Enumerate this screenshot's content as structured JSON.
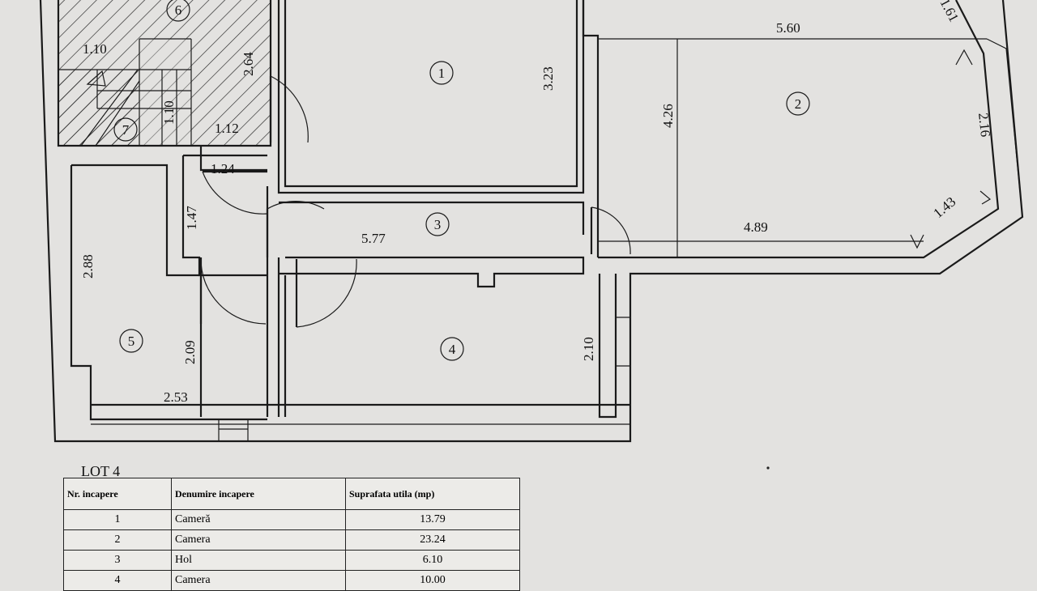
{
  "rooms": [
    {
      "num": "1"
    },
    {
      "num": "2"
    },
    {
      "num": "3"
    },
    {
      "num": "4"
    },
    {
      "num": "5"
    },
    {
      "num": "6"
    },
    {
      "num": "7"
    }
  ],
  "dimensions": {
    "d_110": "1.10",
    "d_264": "2.64",
    "d_112": "1.12",
    "d_10": "1.10",
    "d_323": "3.23",
    "d_560": "5.60",
    "d_426": "4.26",
    "d_216": "2.16",
    "d_161": "1.61",
    "d_143": "1.43",
    "d_489": "4.89",
    "d_124": "1.24",
    "d_147": "1.47",
    "d_577": "5.77",
    "d_288": "2.88",
    "d_209": "2.09",
    "d_253": "2.53",
    "d_210": "2.10"
  },
  "lot": {
    "title": "LOT 4",
    "headers": [
      "Nr. incapere",
      "Denumire incapere",
      "Suprafata utila (mp)"
    ],
    "rows": [
      [
        "1",
        "Cameră",
        "13.79"
      ],
      [
        "2",
        "Camera",
        "23.24"
      ],
      [
        "3",
        "Hol",
        "6.10"
      ],
      [
        "4",
        "Camera",
        "10.00"
      ]
    ]
  }
}
